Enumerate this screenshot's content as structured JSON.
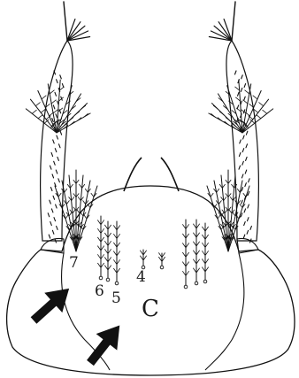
{
  "figure": {
    "labels": {
      "seta_7": "7",
      "seta_6": "6",
      "seta_5": "5",
      "seta_4": "4",
      "region": "C"
    },
    "arrow_count": 2,
    "ink_color": "#111111",
    "background": "#ffffff"
  }
}
